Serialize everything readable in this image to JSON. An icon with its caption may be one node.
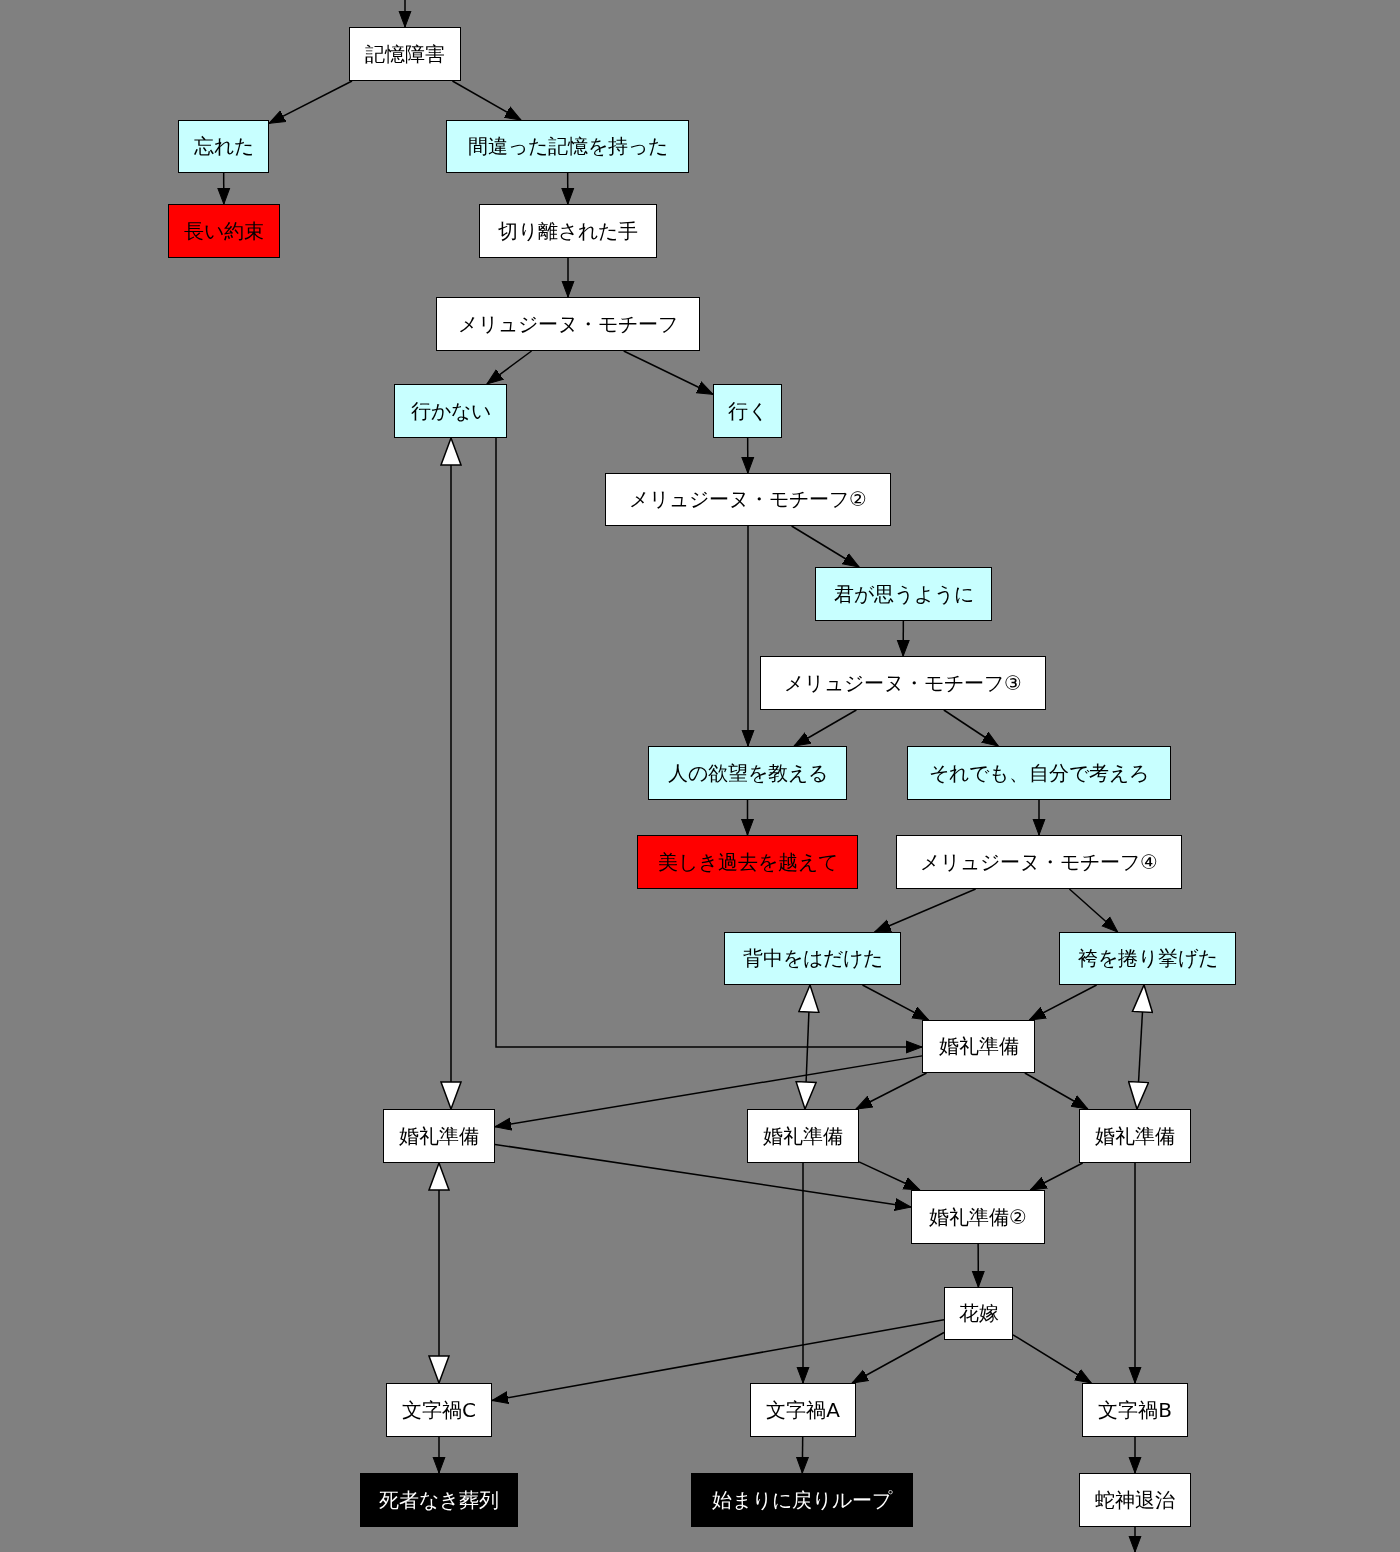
{
  "diagram": {
    "nodes": [
      {
        "text": [
          "記憶障害"
        ]
      },
      {
        "text": [
          "忘れた"
        ]
      },
      {
        "text": [
          "間違った記憶を持った"
        ]
      },
      {
        "text": [
          "長い約束"
        ]
      },
      {
        "text": [
          "切り離された手"
        ]
      },
      {
        "text": [
          "メリュジーヌ・モチーフ"
        ]
      },
      {
        "text": [
          "行かない"
        ]
      },
      {
        "text": [
          "行く"
        ]
      },
      {
        "text": [
          "メリュジーヌ・モチーフ②"
        ]
      },
      {
        "text": [
          "君が思うように"
        ]
      },
      {
        "text": [
          "メリュジーヌ・モチーフ③"
        ]
      },
      {
        "text": [
          "人の欲望を教える"
        ]
      },
      {
        "text": [
          "それでも、自分で考えろ"
        ]
      },
      {
        "text": [
          "美しき過去を越えて"
        ]
      },
      {
        "text": [
          "メリュジーヌ・モチーフ④"
        ]
      },
      {
        "text": [
          "背中をはだけた"
        ]
      },
      {
        "text": [
          "袴を捲り挙げた"
        ]
      },
      {
        "text": [
          "婚礼準備"
        ]
      },
      {
        "text": [
          "婚礼準備"
        ]
      },
      {
        "text": [
          "婚礼準備"
        ]
      },
      {
        "text": [
          "婚礼準備"
        ]
      },
      {
        "text": [
          "婚礼準備②"
        ]
      },
      {
        "text": [
          "花嫁"
        ]
      },
      {
        "text": [
          "文字禍C"
        ]
      },
      {
        "text": [
          "文字禍A"
        ]
      },
      {
        "text": [
          "文字禍B"
        ]
      },
      {
        "text": [
          "死者なき葬列"
        ]
      },
      {
        "text": [
          "始まりに戻りループ"
        ]
      },
      {
        "text": [
          "蛇神退治"
        ]
      }
    ],
    "edges": [
      {
        "from": null,
        "to": 0,
        "arrow": "to"
      },
      {
        "from": 0,
        "to": 1,
        "arrow": "to"
      },
      {
        "from": 0,
        "to": 2,
        "arrow": "to"
      },
      {
        "from": 1,
        "to": 3,
        "arrow": "to"
      },
      {
        "from": 2,
        "to": 4,
        "arrow": "to"
      },
      {
        "from": 4,
        "to": 5,
        "arrow": "to"
      },
      {
        "from": 5,
        "to": 6,
        "arrow": "to"
      },
      {
        "from": 5,
        "to": 7,
        "arrow": "to"
      },
      {
        "from": 7,
        "to": 8,
        "arrow": "to"
      },
      {
        "from": 8,
        "to": 9,
        "arrow": "to"
      },
      {
        "from": 8,
        "to": 11,
        "arrow": "to"
      },
      {
        "from": 9,
        "to": 10,
        "arrow": "to"
      },
      {
        "from": 10,
        "to": 11,
        "arrow": "to"
      },
      {
        "from": 10,
        "to": 12,
        "arrow": "to"
      },
      {
        "from": 11,
        "to": 13,
        "arrow": "to"
      },
      {
        "from": 12,
        "to": 14,
        "arrow": "to"
      },
      {
        "from": 14,
        "to": 15,
        "arrow": "to"
      },
      {
        "from": 14,
        "to": 16,
        "arrow": "to"
      },
      {
        "from": 6,
        "to": 17,
        "arrow": "to"
      },
      {
        "from": 15,
        "to": 17,
        "arrow": "to"
      },
      {
        "from": 16,
        "to": 17,
        "arrow": "to"
      },
      {
        "from": 6,
        "to": 18,
        "arrow": "both"
      },
      {
        "from": 15,
        "to": 19,
        "arrow": "both"
      },
      {
        "from": 16,
        "to": 20,
        "arrow": "both"
      },
      {
        "from": 17,
        "to": 18,
        "arrow": "to"
      },
      {
        "from": 17,
        "to": 19,
        "arrow": "to"
      },
      {
        "from": 17,
        "to": 20,
        "arrow": "to"
      },
      {
        "from": 18,
        "to": 21,
        "arrow": "to"
      },
      {
        "from": 19,
        "to": 21,
        "arrow": "to"
      },
      {
        "from": 20,
        "to": 21,
        "arrow": "to"
      },
      {
        "from": 21,
        "to": 22,
        "arrow": "to"
      },
      {
        "from": 18,
        "to": 23,
        "arrow": "both"
      },
      {
        "from": 22,
        "to": 23,
        "arrow": "to"
      },
      {
        "from": 22,
        "to": 24,
        "arrow": "to"
      },
      {
        "from": 22,
        "to": 25,
        "arrow": "to"
      },
      {
        "from": 19,
        "to": 24,
        "arrow": "to"
      },
      {
        "from": 20,
        "to": 25,
        "arrow": "to"
      },
      {
        "from": 23,
        "to": 26,
        "arrow": "to"
      },
      {
        "from": 24,
        "to": 27,
        "arrow": "to"
      },
      {
        "from": 25,
        "to": 28,
        "arrow": "to"
      },
      {
        "from": 28,
        "to": null,
        "arrow": "to"
      }
    ]
  }
}
